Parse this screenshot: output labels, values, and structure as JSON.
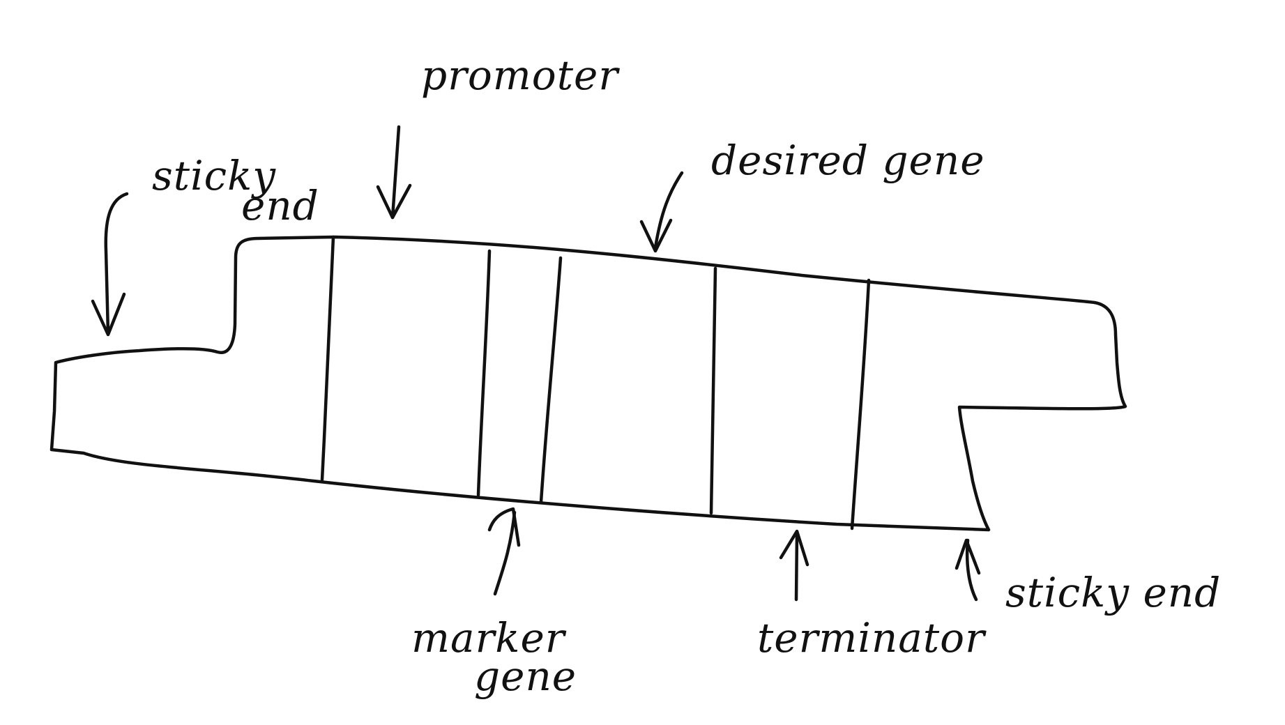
{
  "labels": {
    "promoter": "promoter",
    "desired_gene": "desired gene",
    "sticky_end_left_line1": "sticky",
    "sticky_end_left_line2": "end",
    "marker_gene_line1": "marker",
    "marker_gene_line2": "gene",
    "terminator": "terminator",
    "sticky_end_right": "sticky end"
  },
  "colors": {
    "ink": "#111111",
    "background": "#ffffff"
  }
}
